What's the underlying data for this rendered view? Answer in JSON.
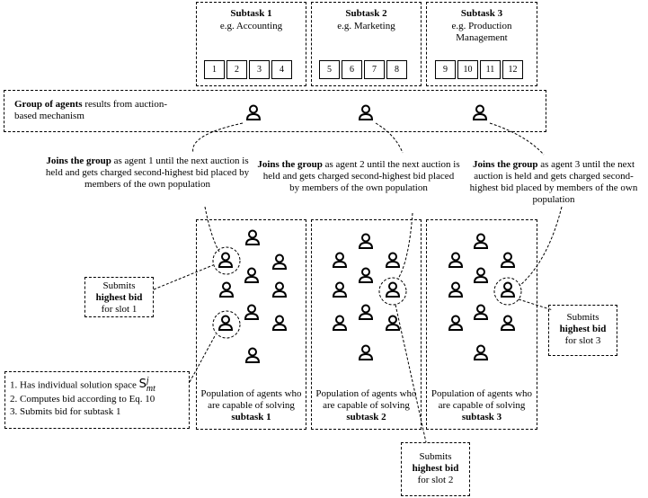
{
  "subtasks": [
    {
      "title": "Subtask 1",
      "example": "e.g. Accounting",
      "slots": [
        "1",
        "2",
        "3",
        "4"
      ]
    },
    {
      "title": "Subtask 2",
      "example": "e.g. Marketing",
      "slots": [
        "5",
        "6",
        "7",
        "8"
      ]
    },
    {
      "title": "Subtask 3",
      "example": "e.g. Production Management",
      "slots": [
        "9",
        "10",
        "11",
        "12"
      ]
    }
  ],
  "group_label": {
    "bold": "Group of agents",
    "rest": " results from auction-based mechanism"
  },
  "joins": [
    {
      "bold": "Joins the group",
      "text": " as agent 1 until the next auction is held and gets charged second-highest  bid placed by members of the own population"
    },
    {
      "bold": "Joins the group",
      "text": " as agent 2 until the next auction is held and gets charged second-highest  bid placed by members of the own population"
    },
    {
      "bold": "Joins the group",
      "text": " as agent 3 until the next auction is held and gets charged second-highest  bid placed by members of the own population"
    }
  ],
  "populations": [
    {
      "text": "Population of agents who are capable of solving ",
      "bold": "subtask 1"
    },
    {
      "text": "Population of agents who are capable of solving ",
      "bold": "subtask 2"
    },
    {
      "text": "Population of agents who are capable of solving ",
      "bold": "subtask 3"
    }
  ],
  "submits": [
    {
      "pre": "Submits",
      "bold": "highest bid",
      "post": "for slot 1"
    },
    {
      "pre": "Submits",
      "bold": "highest bid",
      "post": "for slot 2"
    },
    {
      "pre": "Submits",
      "bold": "highest bid",
      "post": "for slot 3"
    }
  ],
  "steps": {
    "line1": "1. Has individual solution space ",
    "symbol": "S",
    "sup": "j",
    "sub": "mt",
    "line2": "2. Computes bid according to Eq. 10",
    "line3": "3. Submits bid for subtask 1"
  }
}
